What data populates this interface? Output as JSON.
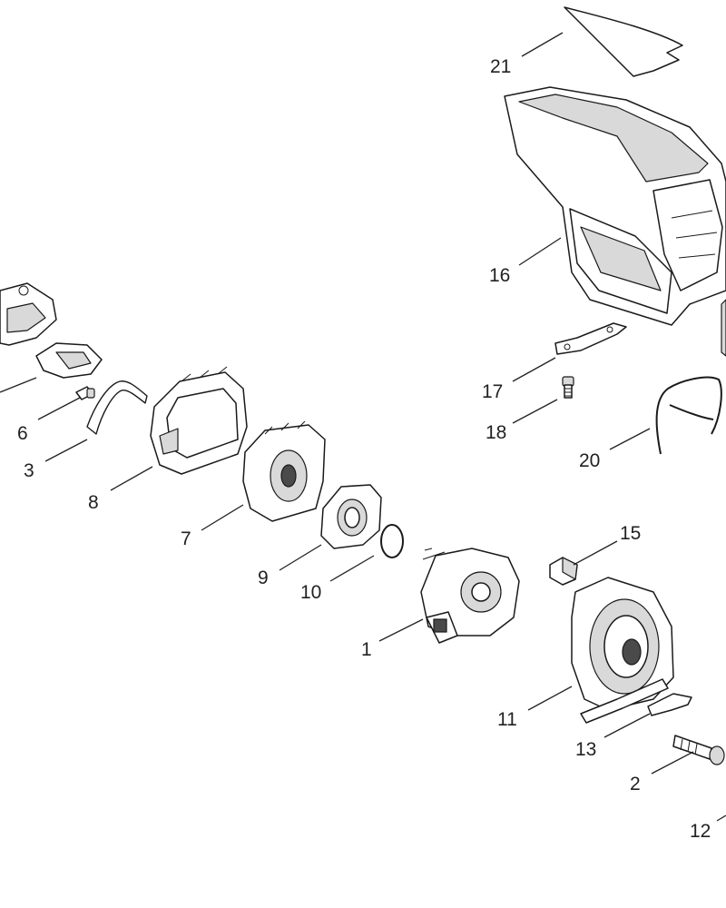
{
  "diagram": {
    "labels": [
      "21",
      "16",
      "17",
      "18",
      "20",
      "6",
      "3",
      "8",
      "7",
      "9",
      "10",
      "15",
      "1",
      "11",
      "13",
      "2",
      "12"
    ],
    "line_color": "#1a1a1a",
    "shade_color": "#d9d9d9",
    "background": "#ffffff"
  }
}
